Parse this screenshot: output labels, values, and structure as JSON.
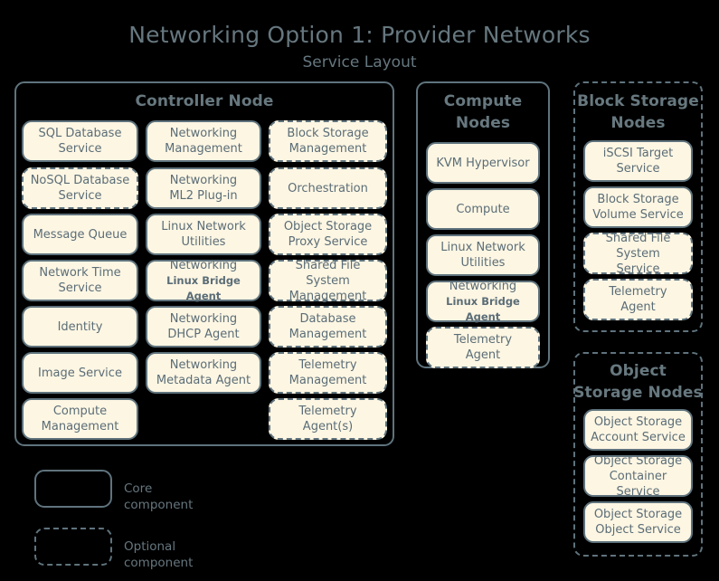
{
  "title": {
    "main": "Networking Option 1: Provider Networks",
    "sub": "Service Layout"
  },
  "colors": {
    "background": "#000000",
    "box_fill": "#fdf6e3",
    "stroke": "#5f737d",
    "text": "#5b6d77",
    "title_text": "#66777f"
  },
  "groups": [
    {
      "id": "controller-node",
      "title": "Controller Node",
      "border": "solid",
      "columns": [
        [
          {
            "lines": [
              "SQL Database",
              "Service"
            ],
            "border": "solid"
          },
          {
            "lines": [
              "NoSQL Database",
              "Service"
            ],
            "border": "dashed"
          },
          {
            "lines": [
              "Message Queue"
            ],
            "border": "solid"
          },
          {
            "lines": [
              "Network Time",
              "Service"
            ],
            "border": "solid"
          },
          {
            "lines": [
              "Identity"
            ],
            "border": "solid"
          },
          {
            "lines": [
              "Image Service"
            ],
            "border": "solid"
          },
          {
            "lines": [
              "Compute",
              "Management"
            ],
            "border": "solid"
          }
        ],
        [
          {
            "lines": [
              "Networking",
              "Management"
            ],
            "border": "solid"
          },
          {
            "lines": [
              "Networking",
              "ML2 Plug-in"
            ],
            "border": "solid"
          },
          {
            "lines": [
              "Linux Network",
              "Utilities"
            ],
            "border": "solid"
          },
          {
            "lines": [
              "Networking",
              "Linux Bridge Agent"
            ],
            "border": "solid",
            "small_second_line": true
          },
          {
            "lines": [
              "Networking",
              "DHCP Agent"
            ],
            "border": "solid"
          },
          {
            "lines": [
              "Networking",
              "Metadata Agent"
            ],
            "border": "solid"
          }
        ],
        [
          {
            "lines": [
              "Block Storage",
              "Management"
            ],
            "border": "dashed"
          },
          {
            "lines": [
              "Orchestration"
            ],
            "border": "dashed"
          },
          {
            "lines": [
              "Object Storage",
              "Proxy Service"
            ],
            "border": "dashed"
          },
          {
            "lines": [
              "Shared File System",
              "Management"
            ],
            "border": "dashed"
          },
          {
            "lines": [
              "Database",
              "Management"
            ],
            "border": "dashed"
          },
          {
            "lines": [
              "Telemetry",
              "Management"
            ],
            "border": "dashed"
          },
          {
            "lines": [
              "Telemetry",
              "Agent(s)"
            ],
            "border": "dashed"
          }
        ]
      ]
    },
    {
      "id": "compute-nodes",
      "title": "Compute Nodes",
      "border": "solid",
      "items": [
        {
          "lines": [
            "KVM Hypervisor"
          ],
          "border": "solid"
        },
        {
          "lines": [
            "Compute"
          ],
          "border": "solid"
        },
        {
          "lines": [
            "Linux Network",
            "Utilities"
          ],
          "border": "solid"
        },
        {
          "lines": [
            "Networking",
            "Linux Bridge Agent"
          ],
          "border": "solid",
          "small_second_line": true
        },
        {
          "lines": [
            "Telemetry",
            "Agent"
          ],
          "border": "dashed"
        }
      ]
    },
    {
      "id": "block-storage-nodes",
      "title": "Block Storage Nodes",
      "border": "dashed",
      "items": [
        {
          "lines": [
            "iSCSI Target",
            "Service"
          ],
          "border": "solid"
        },
        {
          "lines": [
            "Block Storage",
            "Volume Service"
          ],
          "border": "solid"
        },
        {
          "lines": [
            "Shared File System",
            "Service"
          ],
          "border": "dashed"
        },
        {
          "lines": [
            "Telemetry",
            "Agent"
          ],
          "border": "dashed"
        }
      ]
    },
    {
      "id": "object-storage-nodes",
      "title": "Object Storage Nodes",
      "border": "dashed",
      "items": [
        {
          "lines": [
            "Object Storage",
            "Account Service"
          ],
          "border": "solid"
        },
        {
          "lines": [
            "Object Storage",
            "Container Service"
          ],
          "border": "solid"
        },
        {
          "lines": [
            "Object Storage",
            "Object Service"
          ],
          "border": "solid"
        }
      ]
    }
  ],
  "legend": [
    {
      "label": "Core component",
      "border": "solid"
    },
    {
      "label": "Optional component",
      "border": "dashed"
    }
  ]
}
